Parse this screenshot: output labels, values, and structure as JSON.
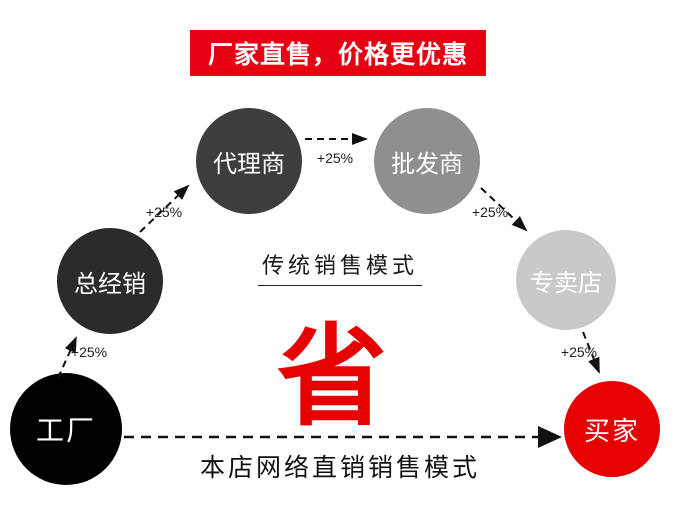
{
  "banner": {
    "text": "厂家直售，价格更优惠"
  },
  "colors": {
    "banner_bg": "#e60012",
    "accent_red": "#e60000"
  },
  "nodes": [
    {
      "id": "factory",
      "label": "工厂",
      "color": "#000000"
    },
    {
      "id": "general-distributor",
      "label": "总经销",
      "color": "#2b2b2b"
    },
    {
      "id": "agent",
      "label": "代理商",
      "color": "#3d3d3d"
    },
    {
      "id": "wholesaler",
      "label": "批发商",
      "color": "#8f8f8f"
    },
    {
      "id": "specialty-store",
      "label": "专卖店",
      "color": "#c9c9c9"
    },
    {
      "id": "buyer",
      "label": "买家",
      "color": "#e60000"
    }
  ],
  "markup_labels": [
    "+25%",
    "+25%",
    "+25%",
    "+25%",
    "+25%"
  ],
  "traditional_model_title": "传统销售模式",
  "save_character": "省",
  "direct_model_title": "本店网络直销销售模式"
}
